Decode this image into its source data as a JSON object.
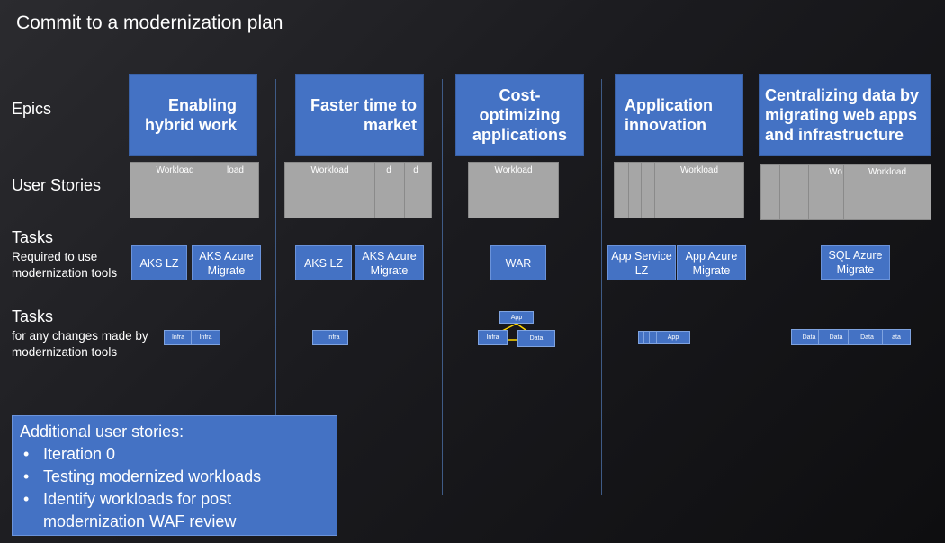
{
  "title": "Commit to a modernization plan",
  "rows": {
    "epics": "Epics",
    "user_stories": "User Stories",
    "tasks1": "Tasks",
    "tasks1_sub": "Required to use modernization tools",
    "tasks2": "Tasks",
    "tasks2_sub": "for any changes made by modernization tools"
  },
  "epics": [
    "Enabling hybrid work",
    "Faster time to market",
    "Cost-optimizing applications",
    "Application innovation",
    "Centralizing data by migrating web apps and infrastructure"
  ],
  "workload_labels": {
    "workload": "Workload",
    "load": "load",
    "d": "d",
    "w": "W",
    "wo": "Wo"
  },
  "tasks_required": {
    "aks_lz": "AKS LZ",
    "aks_azure_migrate": "AKS Azure Migrate",
    "war": "WAR",
    "app_service_lz": "App Service LZ",
    "app_azure_migrate": "App Azure Migrate",
    "sql_azure_migrate": "SQL Azure Migrate"
  },
  "tasks_changes": {
    "infra": "Infra",
    "app": "App",
    "data": "Data",
    "ata": "ata"
  },
  "additional": {
    "heading": "Additional user stories:",
    "items": [
      "Iteration 0",
      "Testing modernized workloads",
      "Identify workloads for post modernization WAF review"
    ]
  },
  "colors": {
    "accent": "#4472c4",
    "workload": "#a6a6a6",
    "connector": "#ffd700",
    "divider": "#3f5b86"
  }
}
